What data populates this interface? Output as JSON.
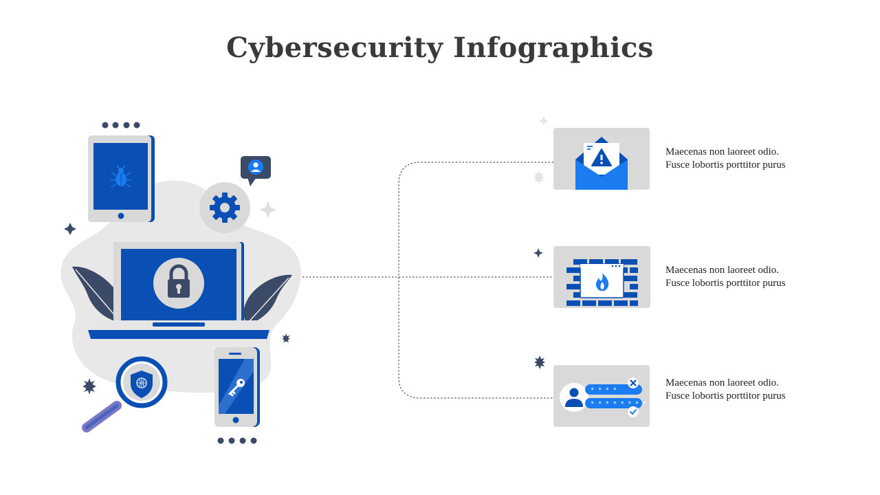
{
  "title": "Cybersecurity Infographics",
  "colors": {
    "primary_blue": "#0a50b4",
    "bright_blue": "#1a7cf0",
    "dark_slate": "#3b4a66",
    "light_gray": "#d9d9d9",
    "blob_gray": "#e8e8e8",
    "lavender": "#7a78c4"
  },
  "illustration": {
    "icons": [
      "tablet-bug-icon",
      "settings-gear-icon",
      "user-chat-bubble-icon",
      "laptop-lock-icon",
      "magnifier-shield-globe-icon",
      "phone-key-icon",
      "leaf-icon"
    ]
  },
  "items": [
    {
      "icon": "email-warning-icon",
      "line1": "Maecenas non laoreet odio.",
      "line2": "Fusce lobortis porttitor purus"
    },
    {
      "icon": "firewall-icon",
      "line1": "Maecenas non laoreet odio.",
      "line2": "Fusce lobortis porttitor purus"
    },
    {
      "icon": "login-credentials-icon",
      "line1": "Maecenas non laoreet odio.",
      "line2": "Fusce lobortis porttitor purus"
    }
  ]
}
